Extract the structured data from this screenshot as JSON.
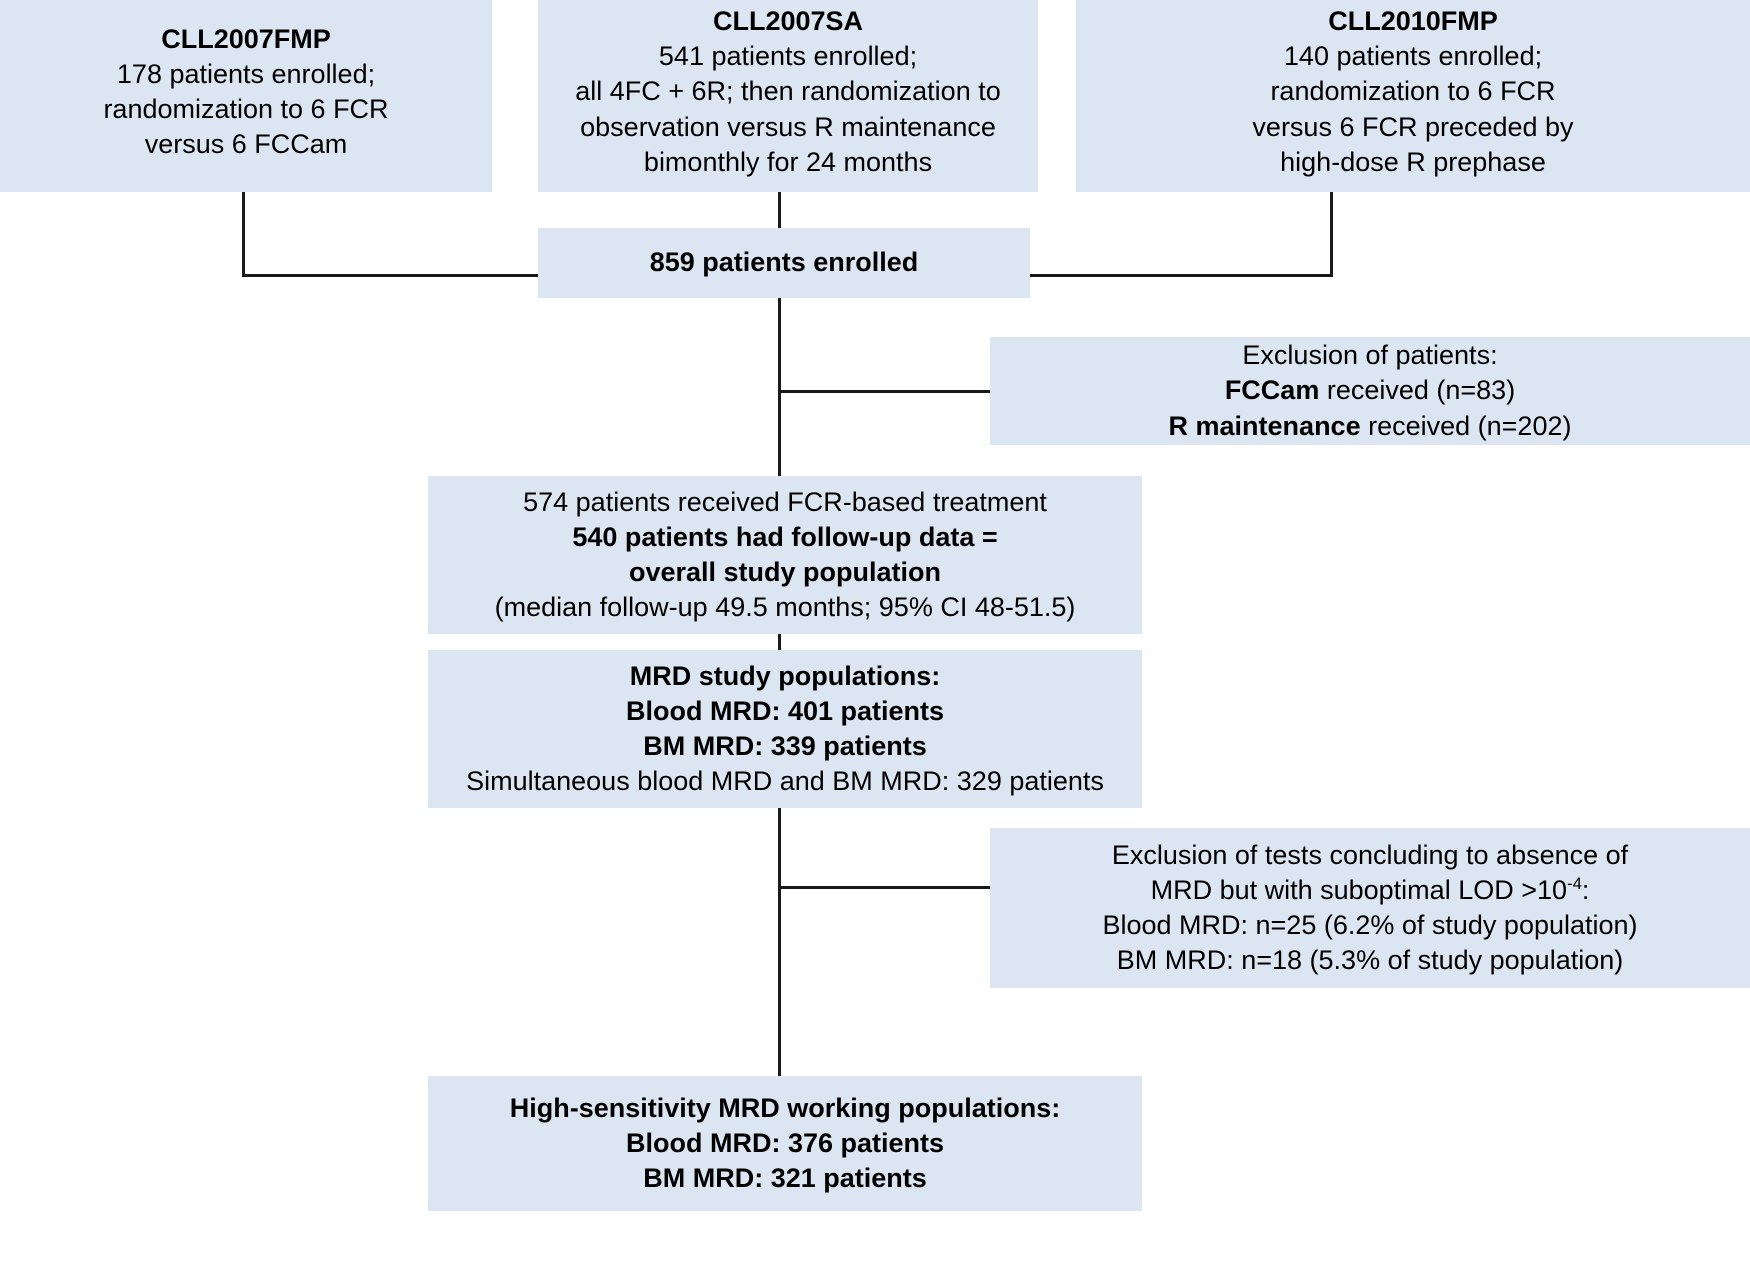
{
  "diagram": {
    "title": "CLL FCR trials MRD study population flowchart",
    "accent_box_color": "#dce6f2",
    "connector_color": "#1a1a1a",
    "boxes": {
      "trial_cll2007fmp": {
        "title": "CLL2007FMP",
        "lines": [
          "178 patients enrolled;",
          "randomization to 6 FCR",
          "versus 6 FCCam"
        ]
      },
      "trial_cll2007sa": {
        "title": "CLL2007SA",
        "lines": [
          "541 patients enrolled;",
          "all 4FC + 6R; then randomization to",
          "observation versus R maintenance",
          "bimonthly for 24 months"
        ]
      },
      "trial_cll2010fmp": {
        "title": "CLL2010FMP",
        "lines": [
          "140 patients enrolled;",
          "randomization to 6 FCR",
          "versus 6 FCR preceded by",
          "high-dose R prephase"
        ]
      },
      "enrolled_total": {
        "line": "859 patients enrolled"
      },
      "exclusion_patients": {
        "heading": "Exclusion of patients:",
        "item1_bold": "FCCam",
        "item1_rest": " received (n=83)",
        "item2_bold": "R maintenance",
        "item2_rest": " received (n=202)"
      },
      "fcr_treated": {
        "line1": "574 patients received FCR-based treatment",
        "line2_bold": "540 patients had follow-up data =",
        "line3_bold": "overall study population",
        "line4": "(median follow-up 49.5 months; 95% CI 48-51.5)"
      },
      "mrd_study_populations": {
        "heading": "MRD study populations:",
        "line2_bold": "Blood MRD: 401 patients",
        "line3_bold": "BM MRD: 339 patients",
        "line4": "Simultaneous blood MRD and BM MRD: 329 patients"
      },
      "exclusion_tests": {
        "line1": "Exclusion of tests concluding to absence of",
        "line2_pre": "MRD but with suboptimal LOD >10",
        "line2_sup": "-4",
        "line2_post": ":",
        "line3": "Blood MRD: n=25 (6.2% of study population)",
        "line4": "BM MRD: n=18 (5.3% of study population)"
      },
      "high_sensitivity": {
        "heading": "High-sensitivity MRD working populations:",
        "line2": "Blood MRD: 376 patients",
        "line3": "BM MRD: 321 patients"
      }
    }
  }
}
